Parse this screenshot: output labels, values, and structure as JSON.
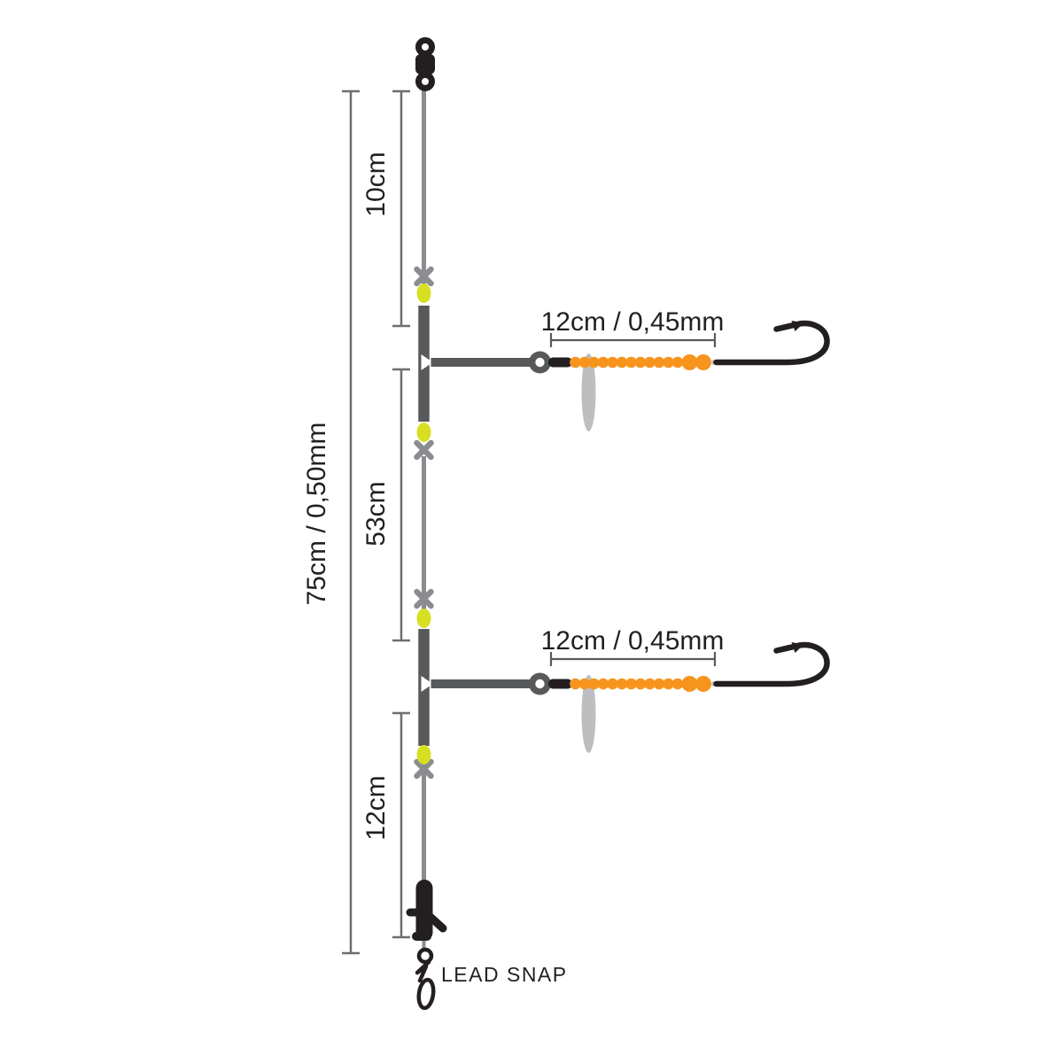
{
  "diagram_title": "fishing-rig-diagram",
  "colors": {
    "background": "#ffffff",
    "line-gray": "#8a8c8f",
    "dark-gray": "#58595b",
    "measure-gray": "#6d6e71",
    "text-black": "#231f20",
    "bead-yellow": "#d7df23",
    "bead-orange": "#f7941e",
    "spindle-gray": "#bcbec0"
  },
  "measurements": {
    "total_line": "75cm / 0,50mm",
    "top_section": "10cm",
    "middle_section": "53cm",
    "bottom_section": "12cm",
    "snood_top": "12cm / 0,45mm",
    "snood_bottom": "12cm / 0,45mm"
  },
  "labels": {
    "lead_snap": "LEAD SNAP"
  },
  "parts": {
    "top_terminal": "barrel-swivel-icon",
    "stop_marks": "cross-stop-knot-icon",
    "main_beads": "yellow-oval-bead-icon",
    "snood": "boom-ring-orange-beads-hook-icon",
    "bottom_clip": "lead-clip-icon",
    "bottom_terminal": "lead-snap-link-icon"
  }
}
